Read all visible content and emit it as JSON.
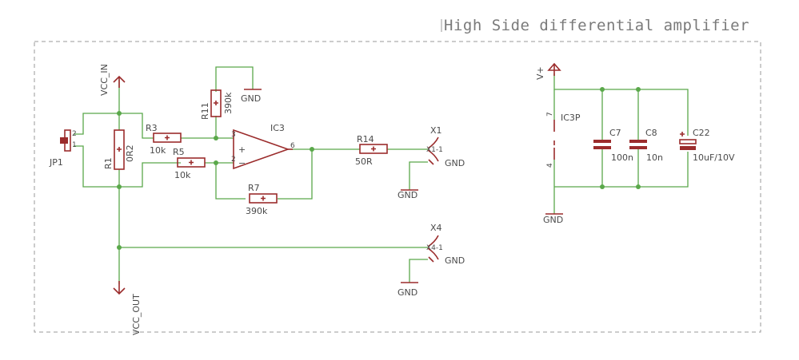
{
  "title": "High Side differential amplifier",
  "nets": {
    "vcc_in": "VCC_IN",
    "vcc_out": "VCC_OUT",
    "gnd": "GND",
    "vplus": "V+"
  },
  "parts": {
    "jp1": {
      "name": "JP1",
      "pin1": "1",
      "pin2": "2"
    },
    "r1": {
      "name": "R1",
      "value": "0R2"
    },
    "r3": {
      "name": "R3",
      "value": "10k"
    },
    "r5": {
      "name": "R5",
      "value": "10k"
    },
    "r7": {
      "name": "R7",
      "value": "390k"
    },
    "r11": {
      "name": "R11",
      "value": "390k"
    },
    "r14": {
      "name": "R14",
      "value": "50R"
    },
    "ic3": {
      "name": "IC3",
      "pin_plus": "3",
      "pin_minus": "2",
      "pin_out": "6",
      "sym_plus": "+",
      "sym_minus": "−"
    },
    "ic3p": {
      "name": "IC3P",
      "pin7": "7",
      "pin4": "4"
    },
    "c7": {
      "name": "C7",
      "value": "100n"
    },
    "c8": {
      "name": "C8",
      "value": "10n"
    },
    "c22": {
      "name": "C22",
      "value": "10uF/10V"
    },
    "x1": {
      "name": "X1",
      "pin": "X1-1",
      "gnd": "GND"
    },
    "x4": {
      "name": "X4",
      "pin": "X4-1",
      "gnd": "GND"
    }
  },
  "colors": {
    "wire": "#5aa84a",
    "part": "#9b2c2c",
    "text": "#4a4a4a",
    "frame": "#9a9a9a"
  }
}
